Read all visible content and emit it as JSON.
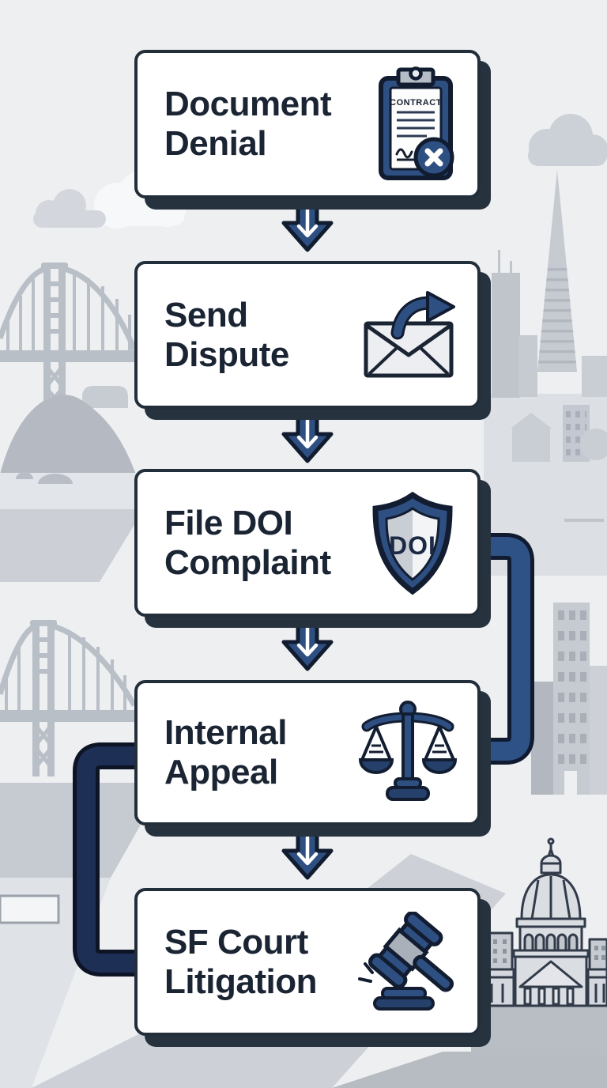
{
  "flowchart": {
    "steps": [
      {
        "id": "document-denial",
        "label": "Document Denial",
        "icon": "contract-denied-icon",
        "icon_text": "CONTRACT"
      },
      {
        "id": "send-dispute",
        "label": "Send Dispute",
        "icon": "send-envelope-icon"
      },
      {
        "id": "file-doi-complaint",
        "label": "File DOI Complaint",
        "icon": "doi-shield-icon",
        "icon_text": "DOI"
      },
      {
        "id": "internal-appeal",
        "label": "Internal Appeal",
        "icon": "scales-of-justice-icon"
      },
      {
        "id": "sf-court-litigation",
        "label": "SF Court Litigation",
        "icon": "gavel-icon"
      }
    ],
    "connectors": [
      {
        "from": "document-denial",
        "to": "send-dispute",
        "type": "arrow-down"
      },
      {
        "from": "send-dispute",
        "to": "file-doi-complaint",
        "type": "arrow-down"
      },
      {
        "from": "file-doi-complaint",
        "to": "internal-appeal",
        "type": "arrow-down"
      },
      {
        "from": "internal-appeal",
        "to": "sf-court-litigation",
        "type": "arrow-down"
      },
      {
        "from": "file-doi-complaint",
        "to": "internal-appeal",
        "type": "pipe-right-side"
      },
      {
        "from": "internal-appeal",
        "to": "sf-court-litigation",
        "type": "pipe-left-side"
      }
    ]
  },
  "palette": {
    "background": "#edeff1",
    "box_fill": "#ffffff",
    "box_border": "#232e3b",
    "box_shadow": "#27323f",
    "accent_navy": "#2e4f82",
    "deep_navy": "#1d2f55",
    "outline_dark": "#131d31",
    "text_dark": "#1a2433",
    "silhouette_gray": "#c6cad1"
  },
  "background_landmarks": [
    "clouds",
    "golden-gate-bridge-upper",
    "hills",
    "transamerica-pyramid",
    "city-skyline",
    "golden-gate-bridge-lower",
    "skyscraper",
    "sf-city-hall",
    "roads"
  ]
}
